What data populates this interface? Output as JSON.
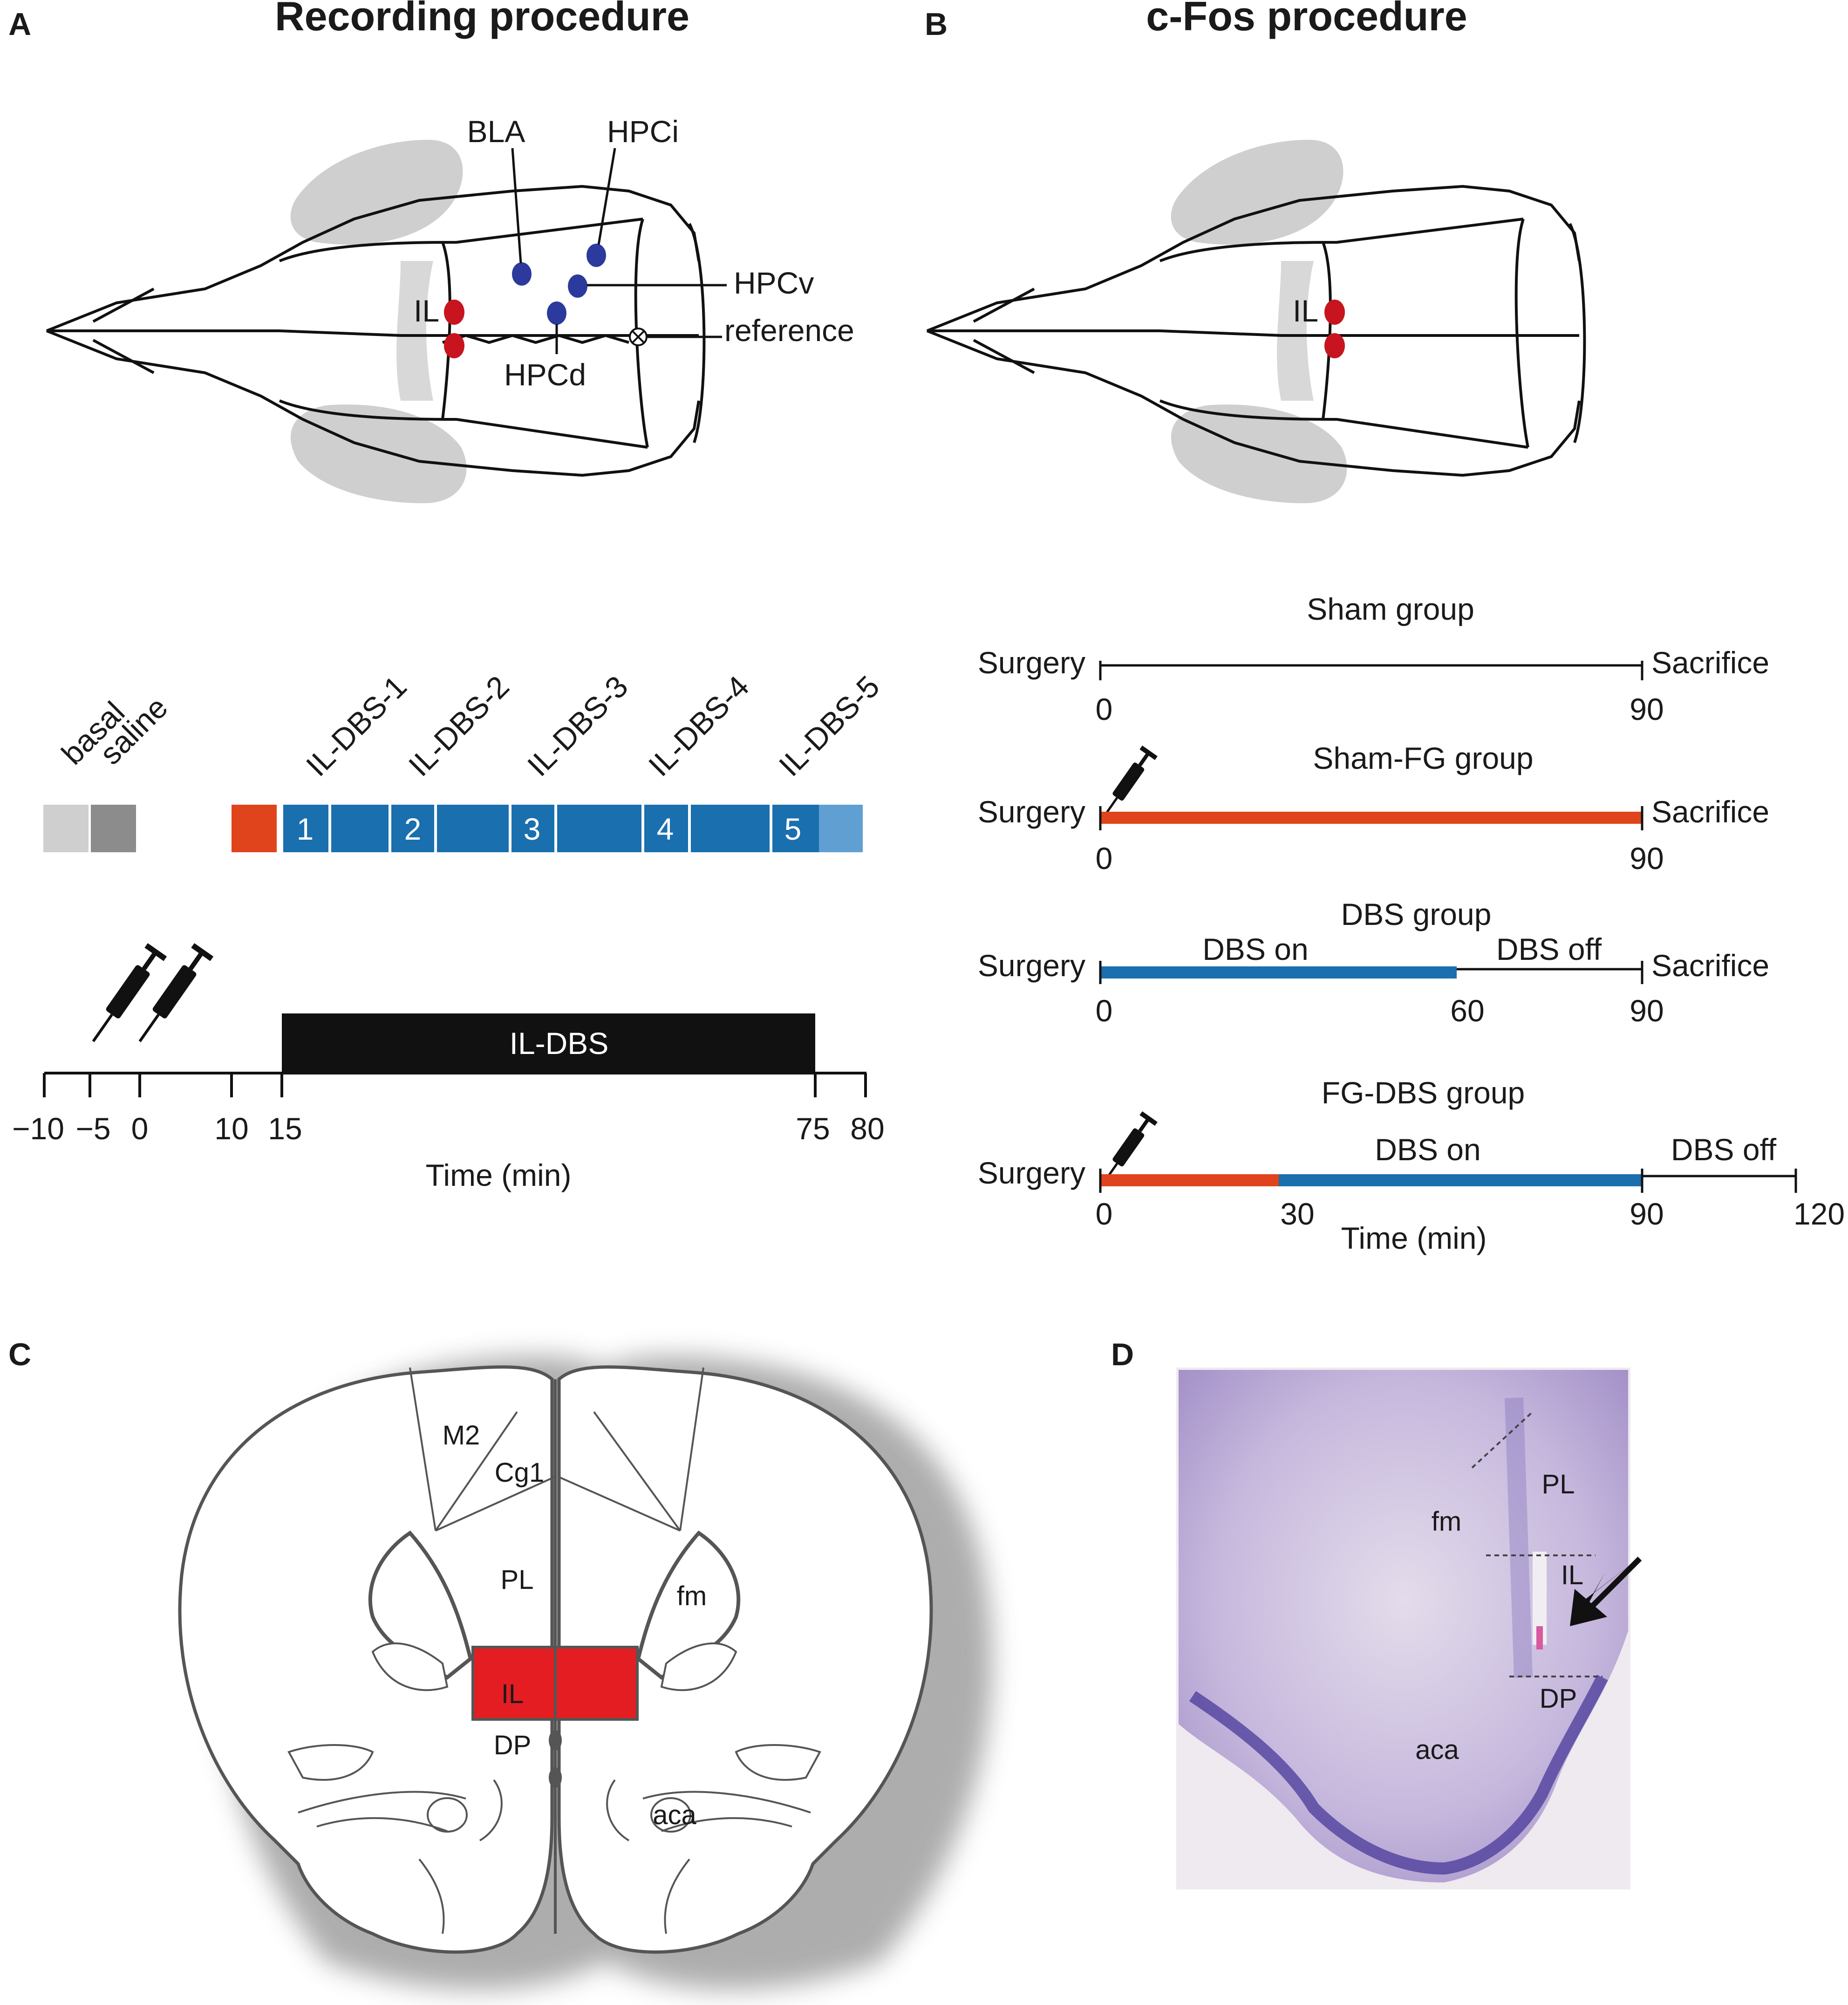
{
  "panels": {
    "a": {
      "letter": "A",
      "title": "Recording procedure",
      "labels": {
        "bla": "BLA",
        "hpci": "HPCi",
        "hpcv": "HPCv",
        "il": "IL",
        "reference": "reference",
        "hpcd": "HPCd"
      },
      "epochs": {
        "basal": "basal",
        "saline": "saline",
        "dbs_labels": [
          "IL-DBS-1",
          "IL-DBS-2",
          "IL-DBS-3",
          "IL-DBS-4",
          "IL-DBS-5"
        ],
        "segment_numbers": [
          "1",
          "2",
          "3",
          "4",
          "5"
        ]
      },
      "timeline": {
        "bar_label": "IL-DBS",
        "ticks": [
          "−10",
          "−5",
          "0",
          "10",
          "15",
          "75",
          "80"
        ],
        "xlabel": "Time (min)"
      }
    },
    "b": {
      "letter": "B",
      "title": "c-Fos procedure",
      "il": "IL",
      "groups": [
        {
          "name": "Sham group",
          "start": "Surgery",
          "end": "Sacrifice",
          "ticks": [
            "0",
            "90"
          ]
        },
        {
          "name": "Sham-FG group",
          "start": "Surgery",
          "end": "Sacrifice",
          "ticks": [
            "0",
            "90"
          ]
        },
        {
          "name": "DBS group",
          "start": "Surgery",
          "end": "Sacrifice",
          "on": "DBS on",
          "off": "DBS off",
          "ticks": [
            "0",
            "60",
            "90"
          ]
        },
        {
          "name": "FG-DBS group",
          "start": "Surgery",
          "on": "DBS on",
          "off": "DBS off",
          "ticks": [
            "0",
            "30",
            "90",
            "120"
          ]
        }
      ],
      "xlabel": "Time (min)"
    },
    "c": {
      "letter": "C",
      "regions": {
        "m2": "M2",
        "cg1": "Cg1",
        "pl": "PL",
        "fm": "fm",
        "il": "IL",
        "dp": "DP",
        "aca": "aca"
      }
    },
    "d": {
      "letter": "D",
      "regions": {
        "pl": "PL",
        "fm": "fm",
        "il": "IL",
        "dp": "DP",
        "aca": "aca"
      }
    }
  },
  "colors": {
    "dbs_blue": "#1a6fae",
    "dbs_light_blue": "#5f9fd2",
    "fg_orange": "#e0441c",
    "il_red": "#e41d23",
    "electrode_blue": "#2b3a9c",
    "electrode_red": "#c8141e",
    "basal_gray": "#cfcfcf",
    "saline_gray": "#8c8c8c",
    "stain_purple": "#9a86c4"
  }
}
